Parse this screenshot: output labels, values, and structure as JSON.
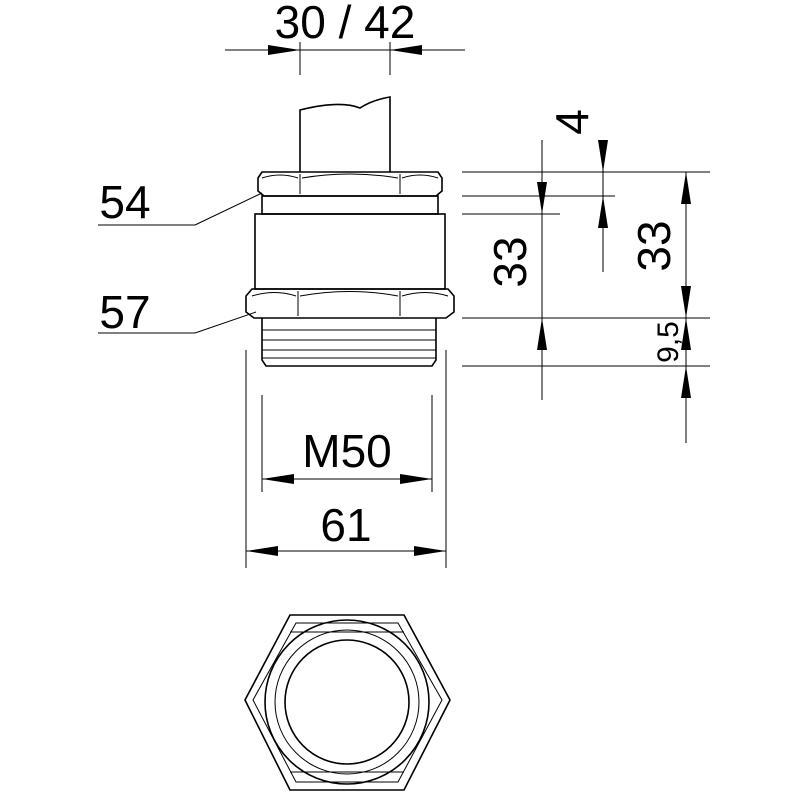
{
  "dimensions": {
    "cable_range": "30 / 42",
    "thread": "M50",
    "width_across": "61",
    "height_total_left": "33",
    "height_total_right": "33",
    "seal_gap": "4",
    "thread_length": "9,5"
  },
  "callouts": {
    "upper_nut_width": "54",
    "lower_nut_width": "57"
  }
}
